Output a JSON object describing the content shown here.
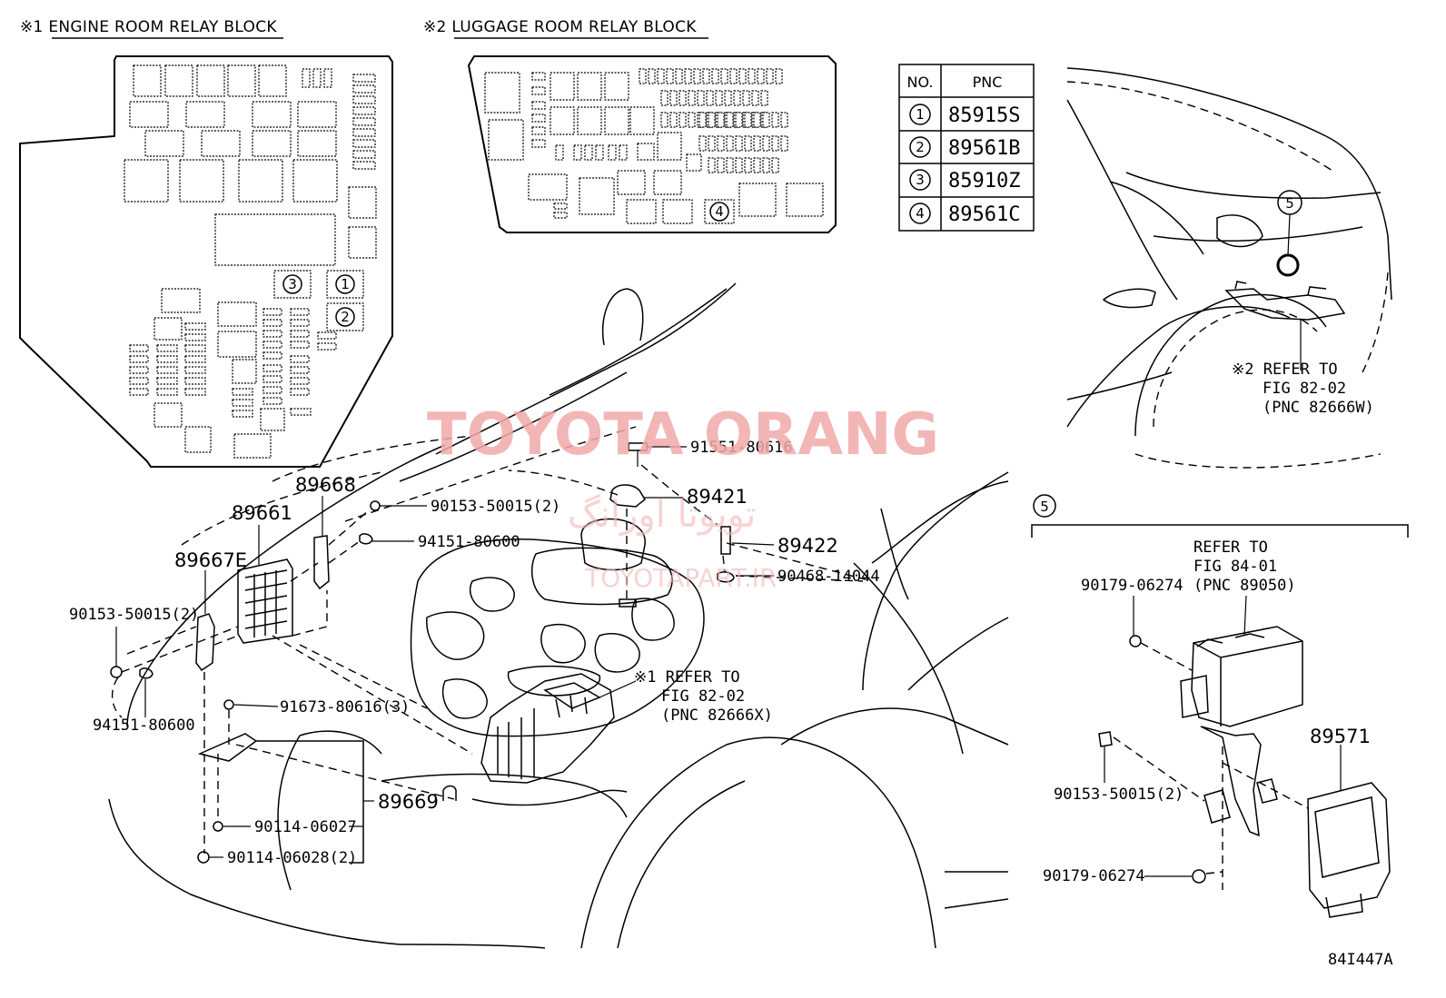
{
  "headers": {
    "engine_block": "※1 ENGINE ROOM RELAY BLOCK",
    "luggage_block": "※2 LUGGAGE ROOM RELAY BLOCK"
  },
  "pnc_table": {
    "col_no": "NO.",
    "col_pnc": "PNC",
    "rows": [
      {
        "no": "1",
        "pnc": "85915S"
      },
      {
        "no": "2",
        "pnc": "89561B"
      },
      {
        "no": "3",
        "pnc": "85910Z"
      },
      {
        "no": "4",
        "pnc": "89561C"
      }
    ]
  },
  "block_markers": {
    "engine": [
      "3",
      "1",
      "2"
    ],
    "luggage": [
      "4"
    ]
  },
  "callouts": {
    "ref_5_top": "5",
    "ref_5_detail": "5",
    "luggage_ref": [
      "※2 REFER TO",
      "FIG 82-02",
      "(PNC 82666W)"
    ],
    "engine_ref": [
      "※1 REFER TO",
      "FIG 82-02",
      "(PNC 82666X)"
    ],
    "detail_ref": [
      "REFER TO",
      "FIG 84-01",
      "(PNC 89050)"
    ]
  },
  "parts": {
    "p91551": "91551-80616",
    "p89421": "89421",
    "p89422": "89422",
    "p90468": "90468-14044",
    "p89668": "89668",
    "p89661": "89661",
    "p89667E": "89667E",
    "p90153_top": "90153-50015(2)",
    "p94151_top": "94151-80600",
    "p90153_left": "90153-50015(2)",
    "p94151_left": "94151-80600",
    "p91673": "91673-80616(3)",
    "p89669": "89669",
    "p90114_a": "90114-06027",
    "p90114_b": "90114-06028(2)",
    "p90179_a": "90179-06274",
    "p89571": "89571",
    "p90153_detail": "90153-50015(2)",
    "p90179_b": "90179-06274"
  },
  "watermark": {
    "main": "TOYOTA ORANG",
    "persian": "تویوتا اورانگ",
    "url": "TOYOTAPART.IR"
  },
  "figure_id": "84I447A"
}
